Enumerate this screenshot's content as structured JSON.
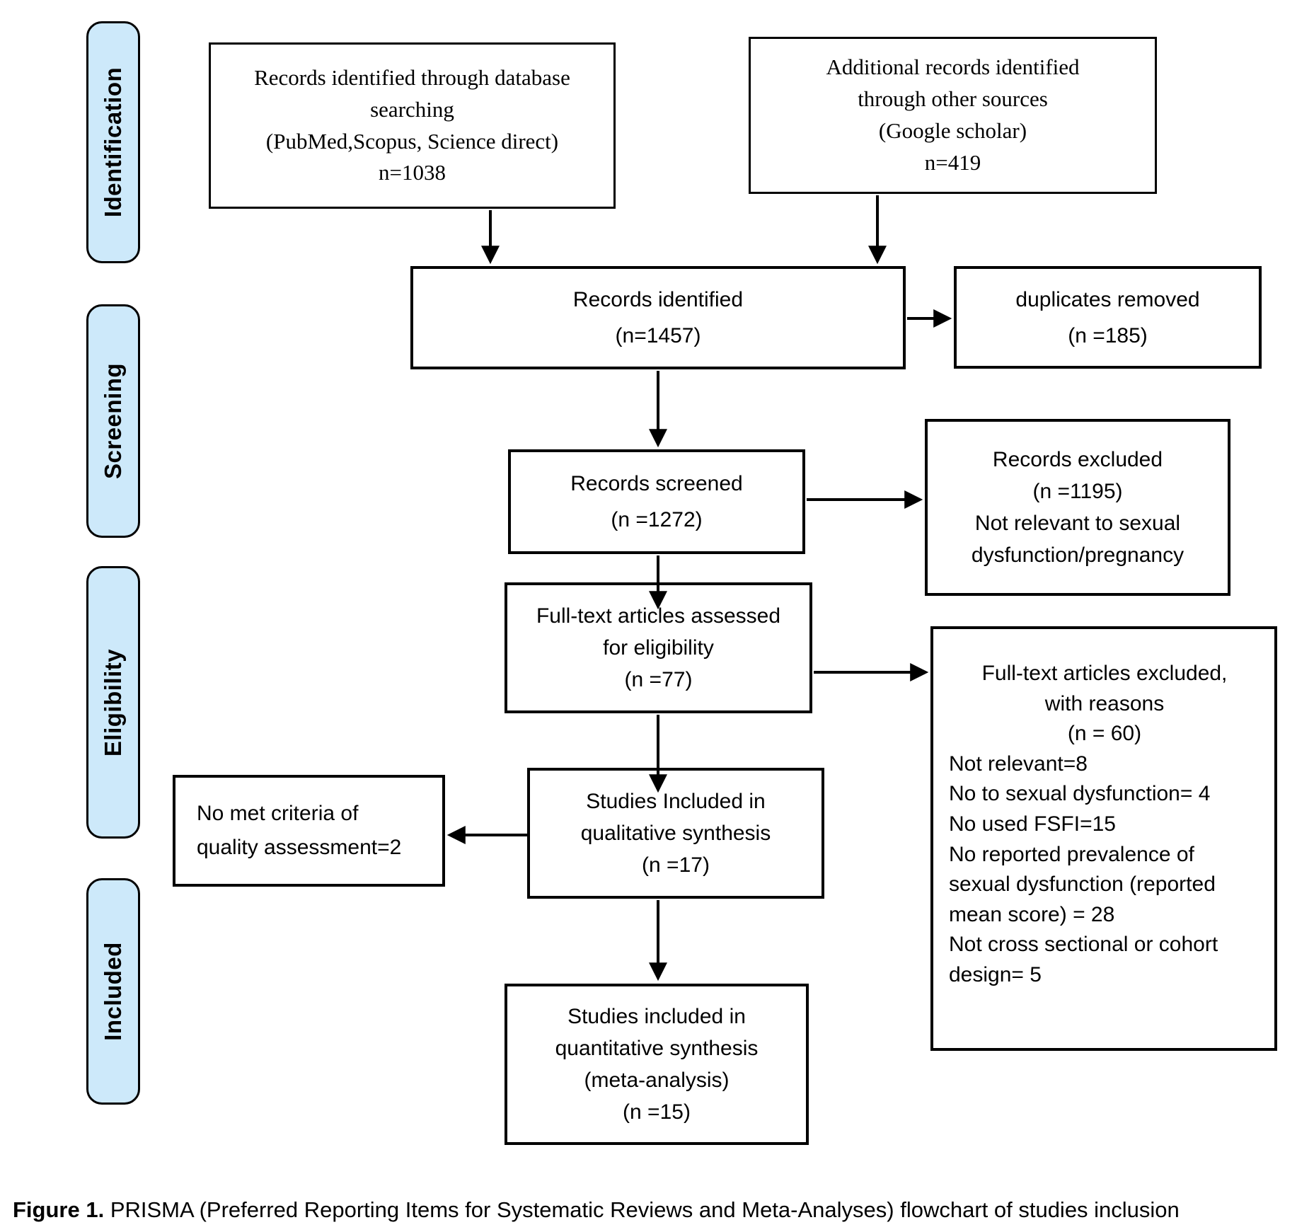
{
  "colors": {
    "stage_fill": "#cde9fa",
    "line_color": "#000000",
    "box_fill": "#ffffff"
  },
  "stages": [
    {
      "label": "Identification"
    },
    {
      "label": "Screening"
    },
    {
      "label": "Eligibility"
    },
    {
      "label": "Included"
    }
  ],
  "boxes": {
    "db_search": {
      "lines": [
        "Records identified through database",
        "searching",
        "(PubMed,Scopus, Science direct)",
        "n=1038"
      ]
    },
    "other_sources": {
      "lines": [
        "Additional records identified",
        "through other sources",
        "(Google scholar)",
        "n=419"
      ]
    },
    "records_identified": {
      "lines": [
        "Records identified",
        "(n=1457)"
      ]
    },
    "duplicates_removed": {
      "lines": [
        "duplicates removed",
        "(n =185)"
      ]
    },
    "records_screened": {
      "lines": [
        "Records screened",
        "(n =1272)"
      ]
    },
    "records_excluded": {
      "lines": [
        "Records excluded",
        "(n =1195)",
        "Not relevant to sexual",
        "dysfunction/pregnancy"
      ]
    },
    "fulltext_assessed": {
      "lines": [
        "Full-text articles assessed",
        "for eligibility",
        "(n =77)"
      ]
    },
    "fulltext_excluded": {
      "centered_lines": [
        "Full-text articles excluded,",
        "with reasons",
        "(n = 60)"
      ],
      "reason_lines": [
        "Not relevant=8",
        "No to sexual dysfunction= 4",
        "No used FSFI=15",
        "No reported prevalence of",
        "sexual dysfunction (reported",
        "mean score) = 28",
        "Not cross sectional or cohort",
        "design= 5"
      ]
    },
    "no_quality_criteria": {
      "lines": [
        "No met criteria of",
        "quality assessment=2"
      ]
    },
    "qualitative_synthesis": {
      "lines": [
        "Studies Included in",
        "qualitative synthesis",
        "(n =17)"
      ]
    },
    "quantitative_synthesis": {
      "lines": [
        "Studies included in",
        "quantitative synthesis",
        "(meta-analysis)",
        "(n =15)"
      ]
    }
  },
  "caption": {
    "bold": "Figure 1.",
    "rest": " PRISMA (Preferred Reporting Items for Systematic Reviews and Meta-Analyses) flowchart of studies inclusion"
  }
}
